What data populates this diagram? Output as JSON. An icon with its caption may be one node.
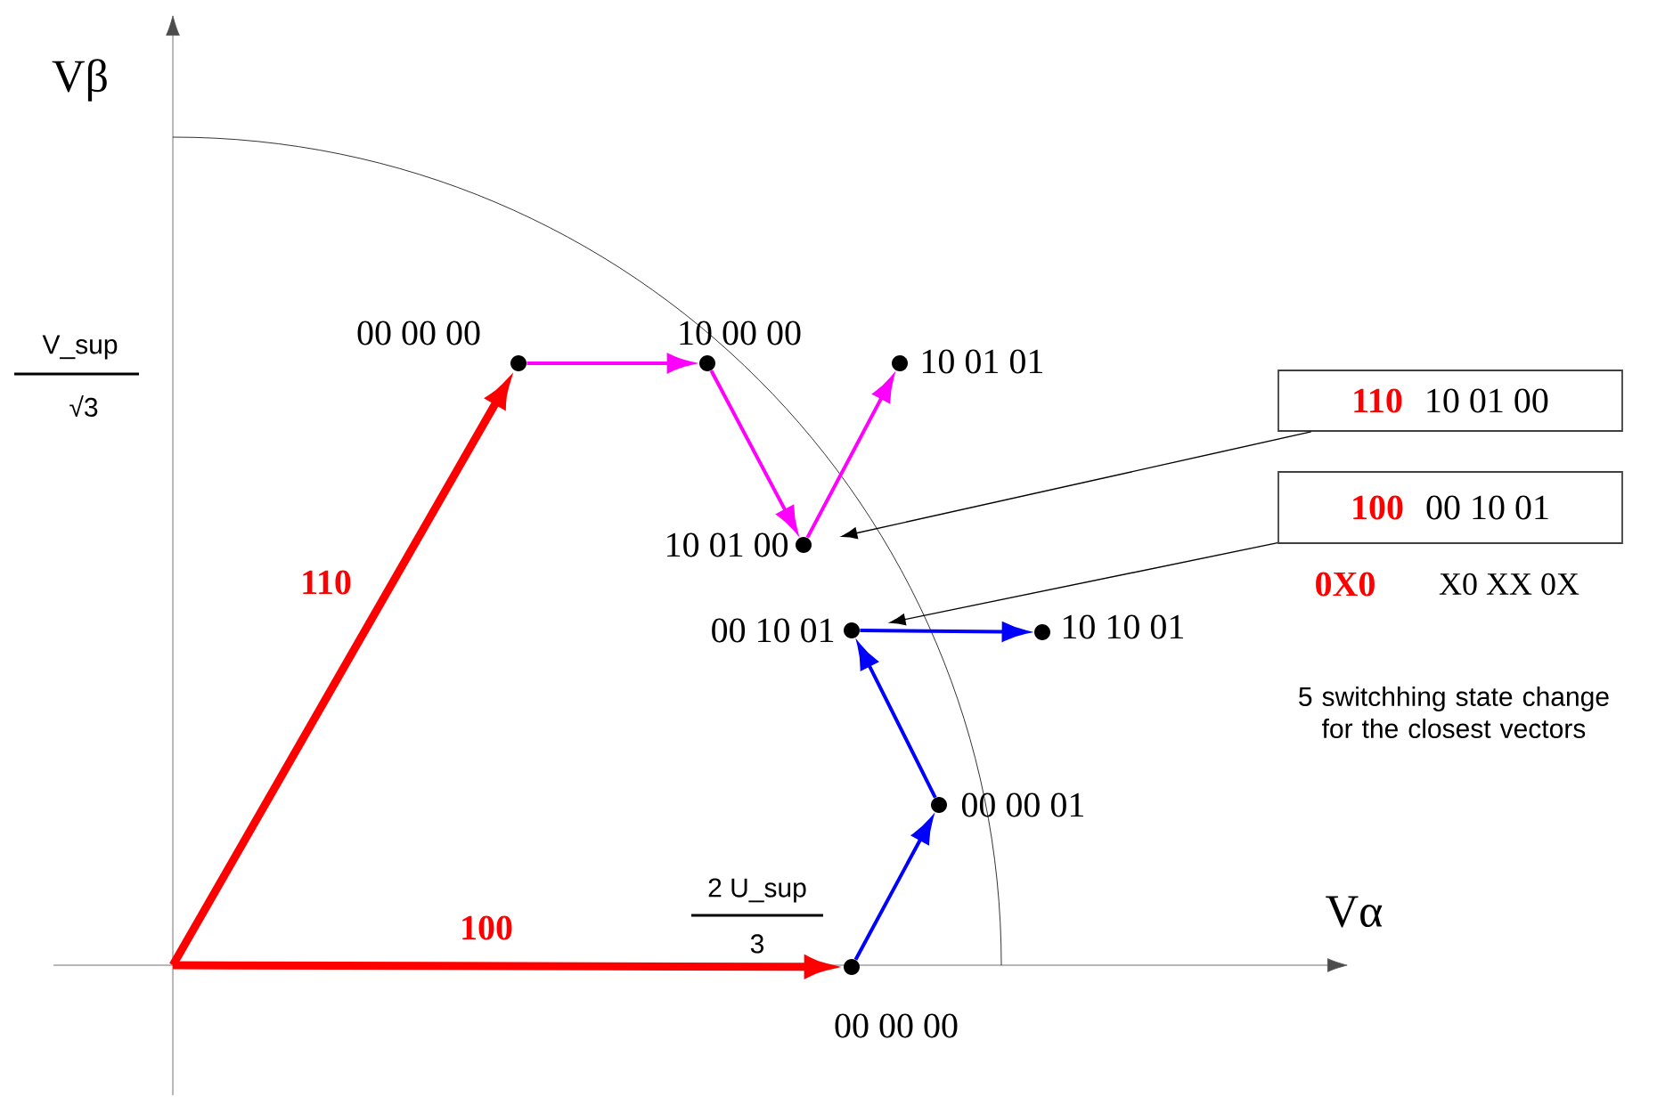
{
  "diagram": {
    "nodes": [
      {
        "text": [],
        "shape": "circle",
        "beside": [
          "00 00 00"
        ]
      },
      {
        "text": [],
        "shape": "circle",
        "beside": [
          "10 00 00"
        ]
      },
      {
        "text": [],
        "shape": "circle",
        "beside": [
          "10 01 01"
        ]
      },
      {
        "text": [],
        "shape": "circle",
        "beside": [
          "10 01 00"
        ]
      },
      {
        "text": [],
        "shape": "circle",
        "beside": [
          "00 10 01"
        ]
      },
      {
        "text": [],
        "shape": "circle",
        "beside": [
          "10 10 01"
        ]
      },
      {
        "text": [],
        "shape": "circle",
        "beside": [
          "00 00 01"
        ]
      },
      {
        "text": [],
        "shape": "circle",
        "beside": [
          "00 00 00"
        ]
      },
      {
        "text": [
          "110",
          "10 01 00"
        ]
      },
      {
        "text": [
          "100",
          "00 10 01"
        ],
        "beside": [
          "0X0",
          "X0 XX 0X"
        ]
      }
    ],
    "edges": [
      {
        "from": null,
        "to": 0,
        "arrow": "to",
        "label": "110",
        "style": "thick",
        "color": "#ff0000"
      },
      {
        "from": null,
        "to": 7,
        "arrow": "to",
        "label": "100",
        "style": "thick",
        "color": "#ff0000"
      },
      {
        "from": 0,
        "to": 1,
        "arrow": "to",
        "color": "#ff00ff"
      },
      {
        "from": 1,
        "to": 3,
        "arrow": "to",
        "color": "#ff00ff"
      },
      {
        "from": 3,
        "to": 2,
        "arrow": "to",
        "color": "#ff00ff"
      },
      {
        "from": 7,
        "to": 6,
        "arrow": "to",
        "color": "#0000ff"
      },
      {
        "from": 6,
        "to": 4,
        "arrow": "to",
        "color": "#0000ff"
      },
      {
        "from": 4,
        "to": 5,
        "arrow": "to",
        "color": "#0000ff"
      },
      {
        "from": 8,
        "to": 3,
        "arrow": "to",
        "color": "#000000"
      },
      {
        "from": 9,
        "to": 4,
        "arrow": "to",
        "color": "#000000"
      }
    ],
    "labels": [
      "Vβ",
      "V_sup",
      "√3",
      "5 switchhing state change for the closest vectors",
      "2 U_sup",
      "3",
      "Vα"
    ]
  }
}
